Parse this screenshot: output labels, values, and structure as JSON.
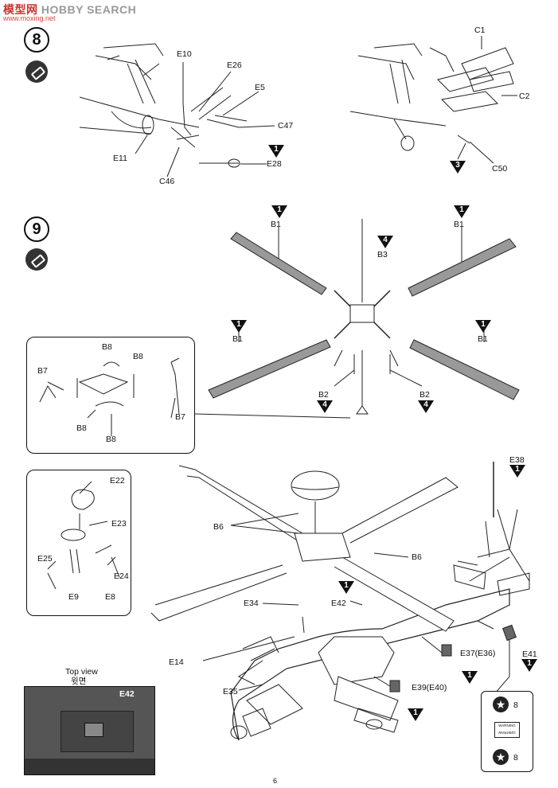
{
  "watermark": {
    "brand_cn": "模型网",
    "brand_en": "HOBBY SEARCH",
    "url": "www.moxing.net"
  },
  "page_number": "6",
  "steps": [
    {
      "number": "8"
    },
    {
      "number": "9"
    }
  ],
  "labels": {
    "E10": "E10",
    "E26": "E26",
    "E5": "E5",
    "C47": "C47",
    "E11": "E11",
    "C46": "C46",
    "E28": "E28",
    "C1": "C1",
    "C2": "C2",
    "C50": "C50",
    "B1": "B1",
    "B3": "B3",
    "B2": "B2",
    "B8": "B8",
    "B7": "B7",
    "E22": "E22",
    "E23": "E23",
    "E25": "E25",
    "E24": "E24",
    "E9": "E9",
    "E8": "E8",
    "E38": "E38",
    "B6": "B6",
    "E34": "E34",
    "E42": "E42",
    "E14": "E14",
    "E37": "E37(E36)",
    "E35": "E35",
    "E39": "E39(E40)",
    "E41": "E41"
  },
  "quantities": {
    "one": "1",
    "three": "3",
    "four": "4"
  },
  "top_view": {
    "title_en": "Top view",
    "title_ko": "윗면",
    "part": "E42"
  },
  "decals": {
    "count_a": "8",
    "count_b": "8",
    "warning_top": "WARNING",
    "warning_bottom": "WARNING"
  }
}
